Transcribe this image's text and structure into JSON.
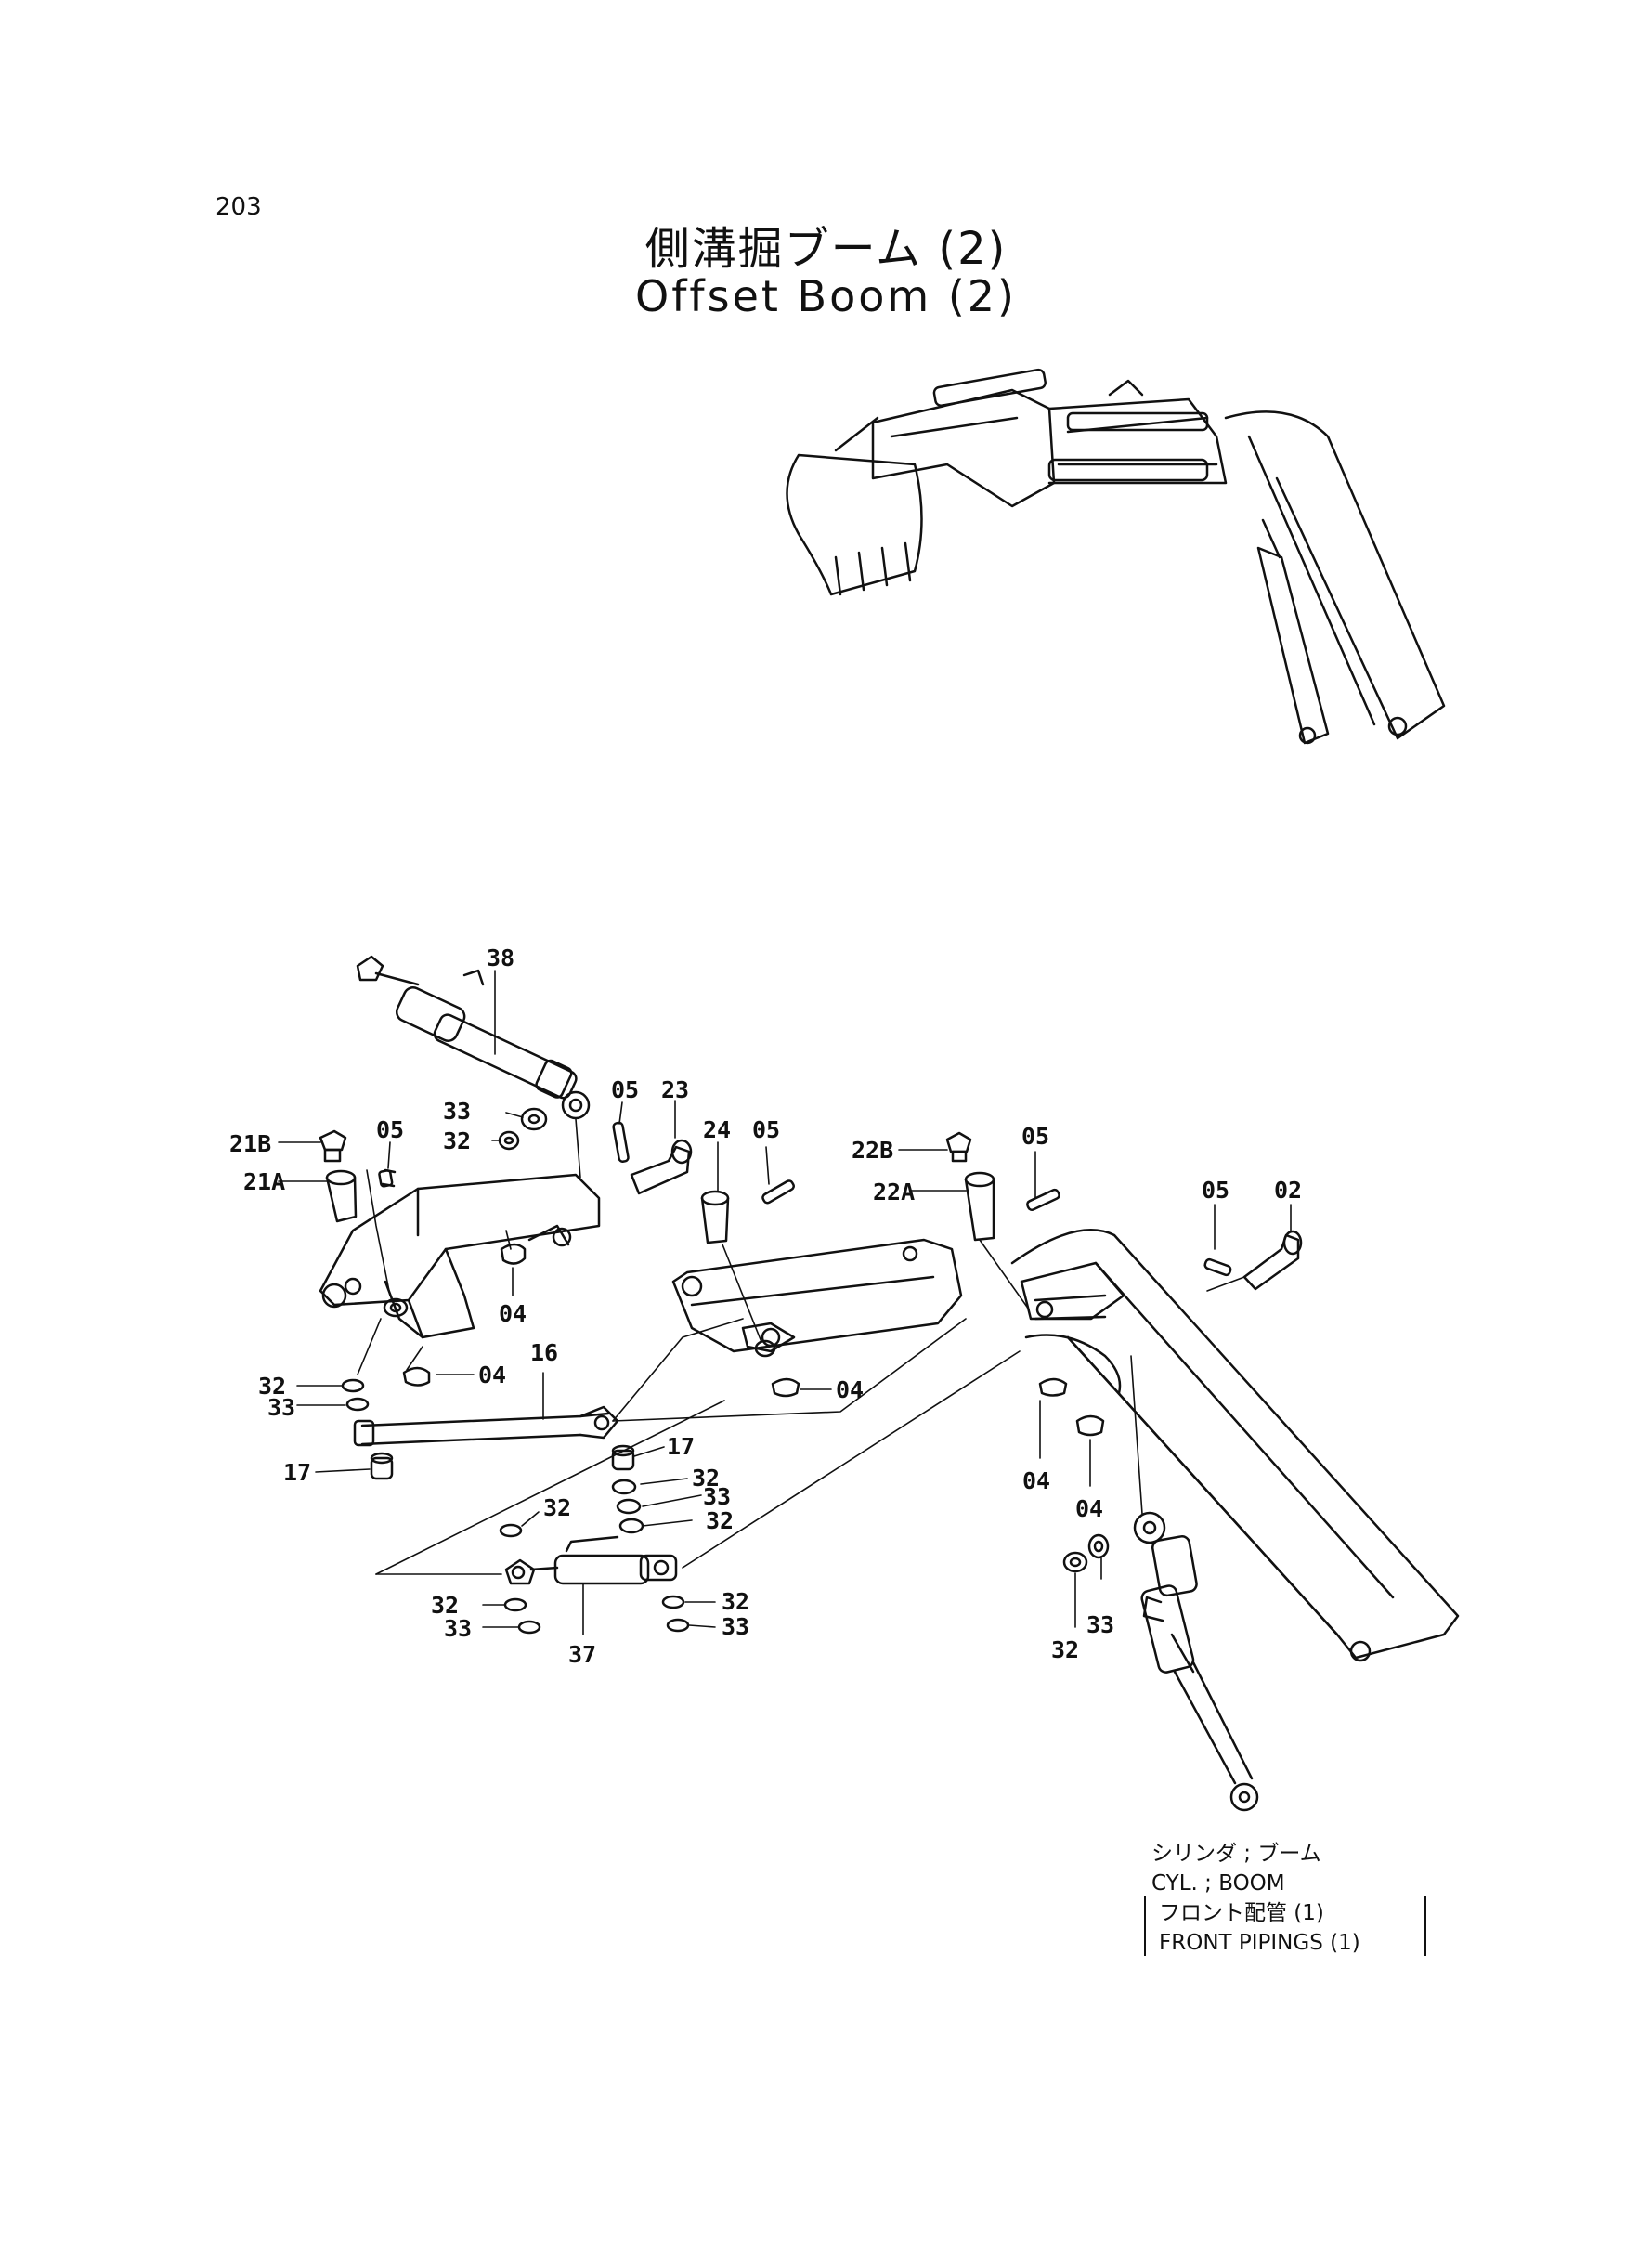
{
  "header": {
    "page_number": "203",
    "title_jp": "側溝掘ブーム (2)",
    "title_en": "Offset Boom (2)"
  },
  "labels": {
    "l38": "38",
    "l05a": "05",
    "l23": "23",
    "l33a": "33",
    "l32a": "32",
    "l05b": "05",
    "l21B": "21B",
    "l21A": "21A",
    "l24": "24",
    "l05c": "05",
    "l22B": "22B",
    "l05d": "05",
    "l22A": "22A",
    "l05e": "05",
    "l02": "02",
    "l04a": "04",
    "l16": "16",
    "l32b": "32",
    "l04b": "04",
    "l33b": "33",
    "l04c": "04",
    "l17a": "17",
    "l17b": "17",
    "l32c": "32",
    "l33c": "33",
    "l32d": "32",
    "l32e": "32",
    "l04d": "04",
    "l04e": "04",
    "l32f": "32",
    "l33d": "33",
    "l37": "37",
    "l32g": "32",
    "l33e": "33",
    "l32h": "32",
    "l33f": "33"
  },
  "note": {
    "line1": "シリンダ ; ブーム",
    "line2": "CYL. ; BOOM",
    "line3": "フロント配管 (1)",
    "line4": "FRONT PIPINGS (1)"
  }
}
